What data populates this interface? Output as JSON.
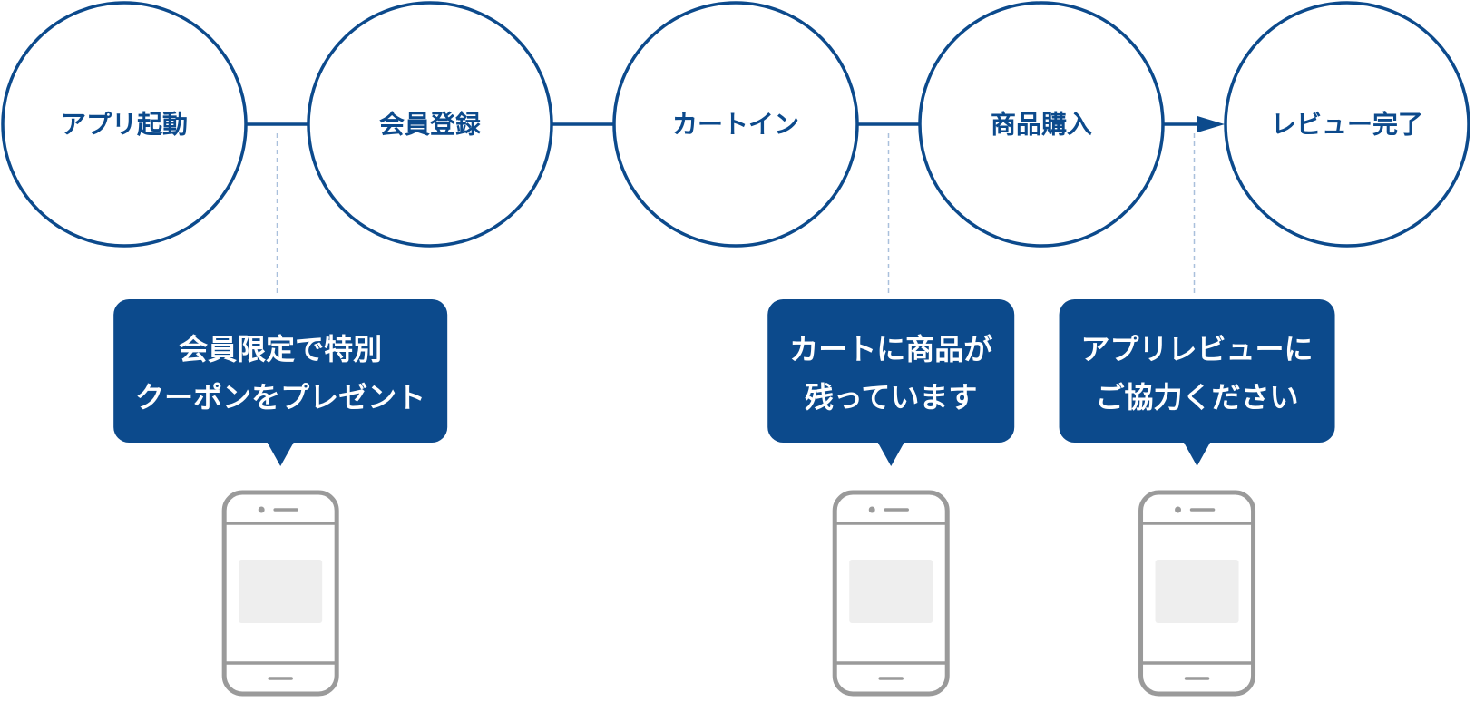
{
  "steps": [
    {
      "label": "アプリ起動"
    },
    {
      "label": "会員登録"
    },
    {
      "label": "カートイン"
    },
    {
      "label": "商品購入"
    },
    {
      "label": "レビュー完了"
    }
  ],
  "callouts": [
    {
      "after_step": 0,
      "lines": [
        "会員限定で特別",
        "クーポンをプレゼント"
      ]
    },
    {
      "after_step": 2,
      "lines": [
        "カートに商品が",
        "残っています"
      ]
    },
    {
      "after_step": 3,
      "lines": [
        "アプリレビューに",
        "ご協力ください"
      ]
    }
  ],
  "colors": {
    "primary": "#0c4a8c",
    "dashed": "#a9c0dc",
    "phone": "#9a9a9a",
    "phone_screen": "#eeeeee"
  },
  "icons": {
    "callout_device": "smartphone-icon",
    "final_connector": "arrow-right-icon"
  }
}
